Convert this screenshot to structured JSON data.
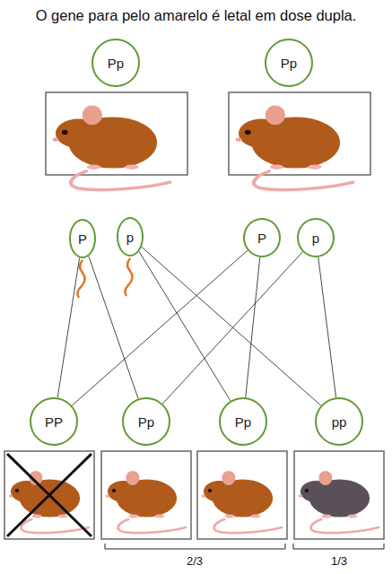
{
  "diagram": {
    "title": "O gene para pelo amarelo é letal em dose dupla.",
    "nodes": [
      {
        "text": [
          "Pp"
        ]
      },
      {
        "text": [
          "Pp"
        ]
      },
      {
        "text": [
          "P"
        ]
      },
      {
        "text": [
          "p"
        ]
      },
      {
        "text": [
          "P"
        ]
      },
      {
        "text": [
          "p"
        ]
      },
      {
        "text": [
          "PP"
        ]
      },
      {
        "text": [
          "Pp"
        ]
      },
      {
        "text": [
          "Pp"
        ]
      },
      {
        "text": [
          "pp"
        ]
      }
    ],
    "edges": [
      {
        "from": 2,
        "to": 6,
        "arrow": "none"
      },
      {
        "from": 2,
        "to": 7,
        "arrow": "none"
      },
      {
        "from": 3,
        "to": 8,
        "arrow": "none"
      },
      {
        "from": 3,
        "to": 9,
        "arrow": "none"
      },
      {
        "from": 4,
        "to": 6,
        "arrow": "none"
      },
      {
        "from": 4,
        "to": 8,
        "arrow": "none"
      },
      {
        "from": 5,
        "to": 7,
        "arrow": "none"
      },
      {
        "from": 5,
        "to": 9,
        "arrow": "none"
      }
    ],
    "labels": [
      "2/3",
      "1/3"
    ]
  }
}
